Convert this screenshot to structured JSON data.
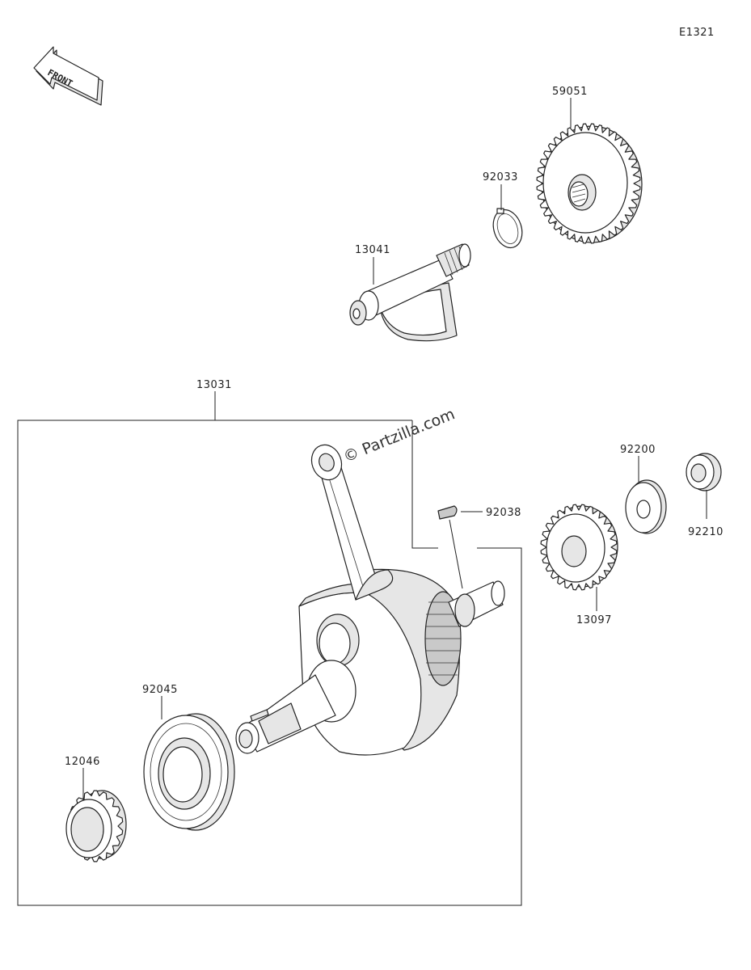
{
  "diagram_code": "E1321",
  "front_label": "FRONT",
  "watermark": "© Partzilla.com",
  "parts": {
    "p59051": "59051",
    "p92033": "92033",
    "p13041": "13041",
    "p13031": "13031",
    "p92038": "92038",
    "p92200": "92200",
    "p92210": "92210",
    "p13097": "13097",
    "p92045": "92045",
    "p12046": "12046"
  }
}
